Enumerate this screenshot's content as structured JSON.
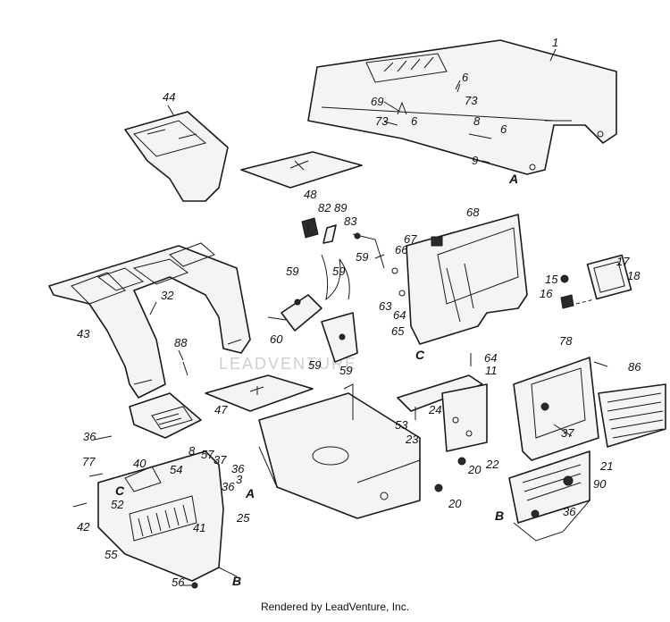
{
  "watermark": "LEADVENTURE",
  "footer_text": "Rendered by LeadVenture, Inc.",
  "callouts": [
    "1",
    "6",
    "73",
    "69",
    "6",
    "73",
    "8",
    "6",
    "9",
    "44",
    "48",
    "82",
    "89",
    "83",
    "68",
    "67",
    "59",
    "66",
    "59",
    "59",
    "15",
    "17",
    "18",
    "16",
    "43",
    "32",
    "60",
    "59",
    "59",
    "63",
    "64",
    "65",
    "88",
    "64",
    "11",
    "78",
    "86",
    "36",
    "47",
    "24",
    "23",
    "53",
    "22",
    "37",
    "21",
    "20",
    "20",
    "90",
    "77",
    "40",
    "8",
    "57",
    "37",
    "54",
    "36",
    "3",
    "36",
    "42",
    "52",
    "41",
    "25",
    "55",
    "36",
    "56"
  ],
  "letters": [
    "A",
    "C",
    "A",
    "C",
    "B",
    "B"
  ]
}
